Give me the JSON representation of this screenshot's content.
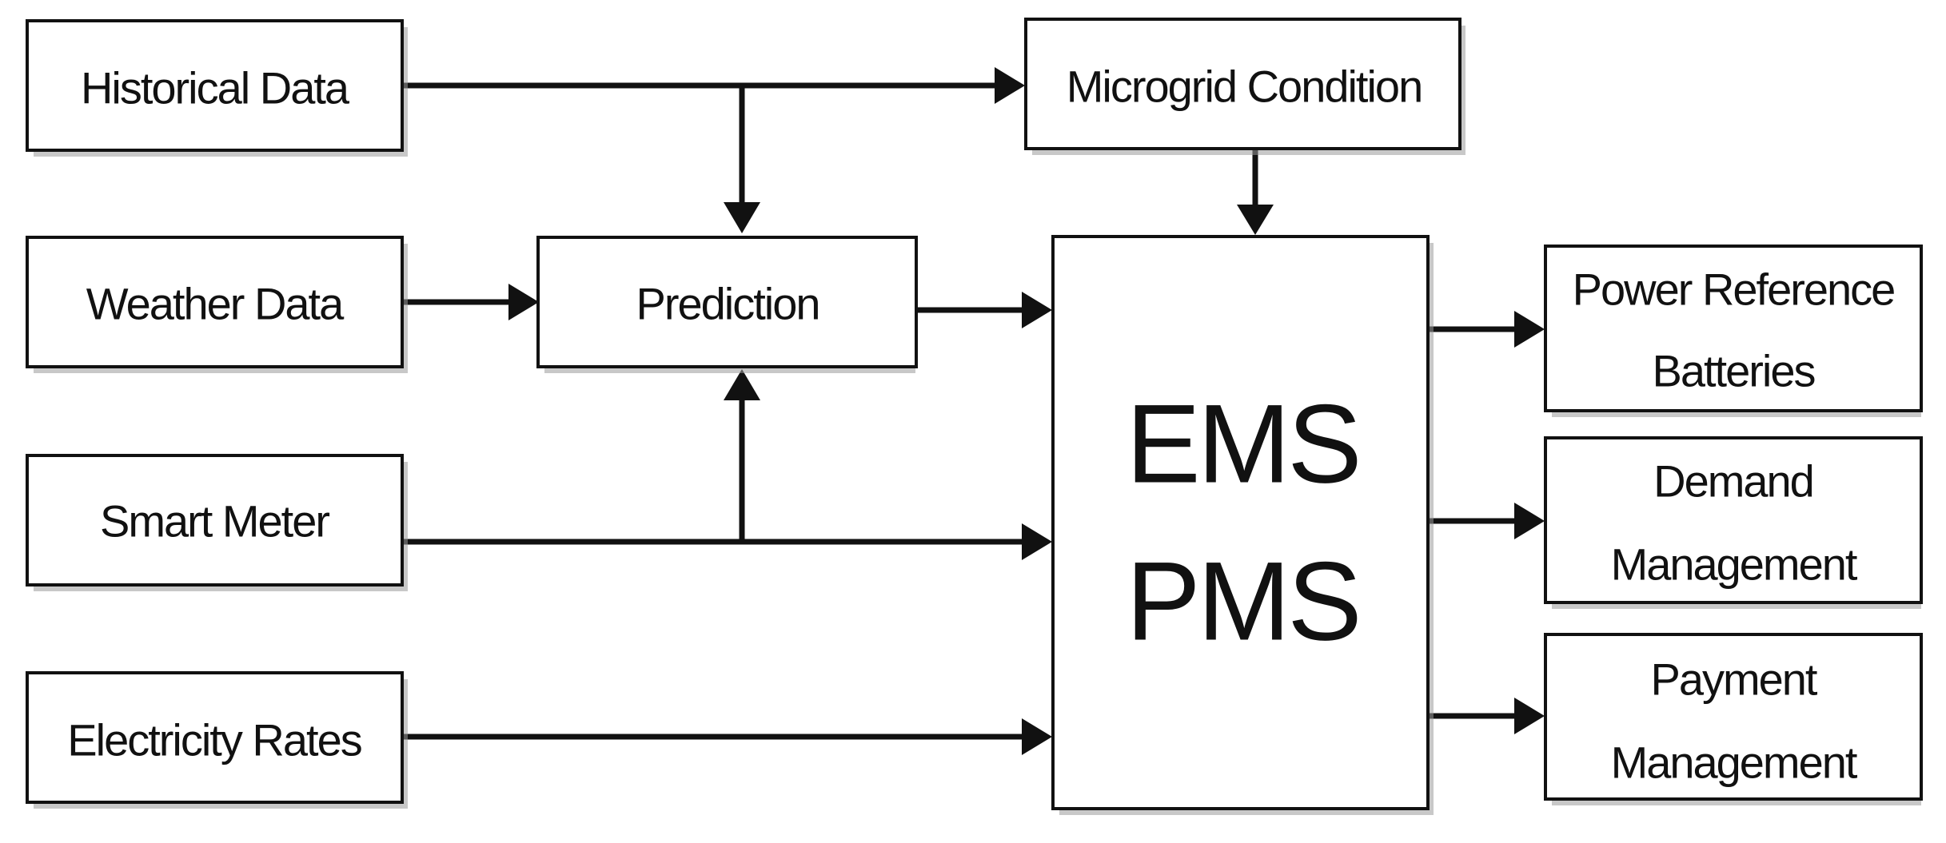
{
  "inputs": {
    "historical_data": "Historical Data",
    "weather_data": "Weather Data",
    "smart_meter": "Smart Meter",
    "electricity_rates": "Electricity Rates"
  },
  "prediction": "Prediction",
  "microgrid_condition": "Microgrid Condition",
  "core": {
    "line1": "EMS",
    "line2": "PMS"
  },
  "outputs": {
    "power_reference": {
      "line1": "Power Reference",
      "line2": "Batteries"
    },
    "demand_management": {
      "line1": "Demand",
      "line2": "Management"
    },
    "payment_management": {
      "line1": "Payment",
      "line2": "Management"
    }
  },
  "colors": {
    "stroke": "#111111",
    "fill": "#ffffff",
    "shadow": "#9a9a9a"
  }
}
